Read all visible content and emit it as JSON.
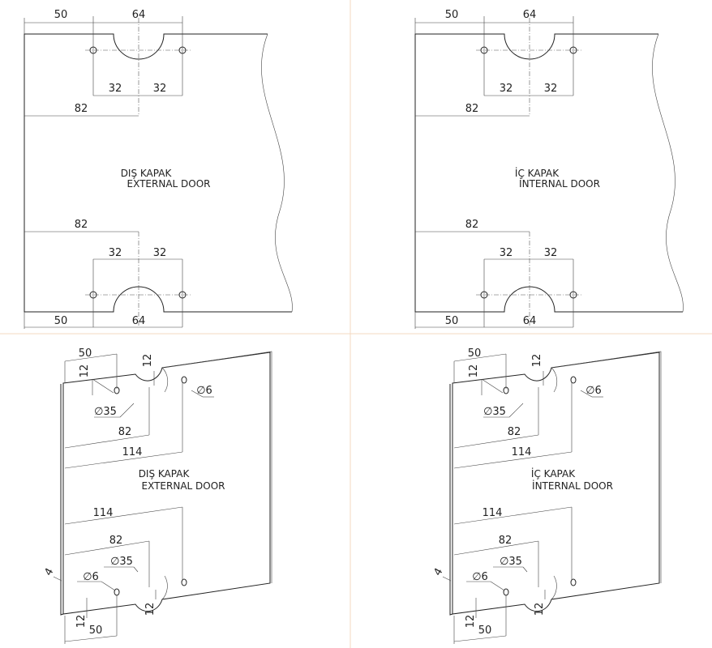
{
  "panels": [
    {
      "id": "top_left",
      "title_line1": "DIŞ KAPAK",
      "title_line2": "EXTERNAL DOOR",
      "dims": {
        "w50_top": "50",
        "w64_top": "64",
        "w32a_top": "32",
        "w32b_top": "32",
        "w82_top": "82",
        "w82_bot": "82",
        "w32a_bot": "32",
        "w32b_bot": "32",
        "w50_bot": "50",
        "w64_bot": "64"
      }
    },
    {
      "id": "top_right",
      "title_line1": "İÇ KAPAK",
      "title_line2": "İNTERNAL DOOR",
      "dims": {
        "w50_top": "50",
        "w64_top": "64",
        "w32a_top": "32",
        "w32b_top": "32",
        "w82_top": "82",
        "w82_bot": "82",
        "w32a_bot": "32",
        "w32b_bot": "32",
        "w50_bot": "50",
        "w64_bot": "64"
      }
    },
    {
      "id": "bottom_left",
      "title_line1": "DIŞ KAPAK",
      "title_line2": "EXTERNAL DOOR",
      "dims": {
        "w50_top": "50",
        "h12_top_left": "12",
        "h12_top_notch": "12",
        "phi6_top": "∅6",
        "phi35_top": "∅35",
        "w82_top": "82",
        "w114_top": "114",
        "w114_bot": "114",
        "w82_bot": "82",
        "phi35_bot": "∅35",
        "phi6_bot": "∅6",
        "thickness": "4",
        "h12_bot_left": "12",
        "w50_bot": "50",
        "h12_bot_notch": "12"
      }
    },
    {
      "id": "bottom_right",
      "title_line1": "İÇ KAPAK",
      "title_line2": "İNTERNAL DOOR",
      "dims": {
        "w50_top": "50",
        "h12_top_left": "12",
        "h12_top_notch": "12",
        "phi6_top": "∅6",
        "phi35_top": "∅35",
        "w82_top": "82",
        "w114_top": "114",
        "w114_bot": "114",
        "w82_bot": "82",
        "phi35_bot": "∅35",
        "phi6_bot": "∅6",
        "thickness": "4",
        "h12_bot_left": "12",
        "w50_bot": "50",
        "h12_bot_notch": "12"
      }
    }
  ]
}
